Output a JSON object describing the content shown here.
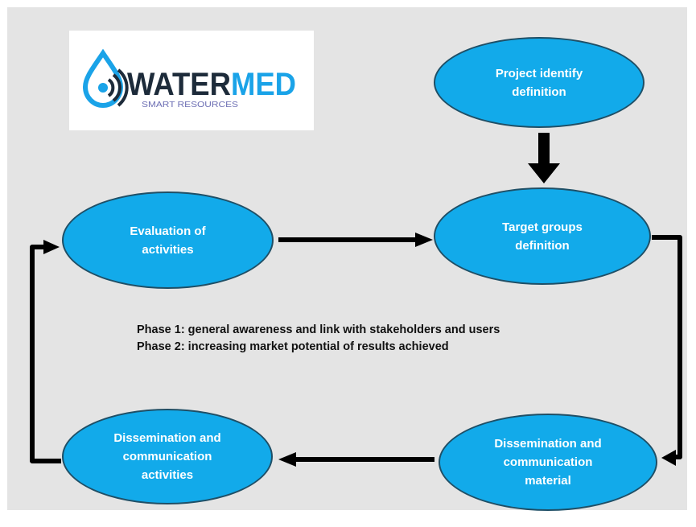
{
  "logo": {
    "name": "WATERMED",
    "tagline": "SMART RESOURCES",
    "colors": {
      "dark": "#1d2b3a",
      "blue": "#1aa3e8",
      "tagline": "#6d6fb4"
    }
  },
  "nodes": {
    "project": "Project identify\ndefinition",
    "target": "Target groups\ndefinition",
    "evaluation": "Evaluation of\nactivities",
    "material": "Dissemination and\ncommunication\nmaterial",
    "activities": "Dissemination and\ncommunication\nactivities"
  },
  "phases": [
    "Phase 1: general awareness and link with stakeholders and users",
    "Phase 2: increasing market potential of results achieved"
  ],
  "colors": {
    "node_fill": "#12aaea",
    "arrow": "#000000",
    "background": "#e4e4e4"
  }
}
